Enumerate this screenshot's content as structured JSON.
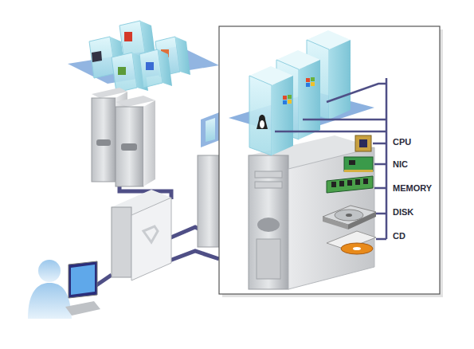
{
  "diagram": {
    "labels": [
      "CPU",
      "NIC",
      "MEMORY",
      "DISK",
      "CD"
    ]
  }
}
